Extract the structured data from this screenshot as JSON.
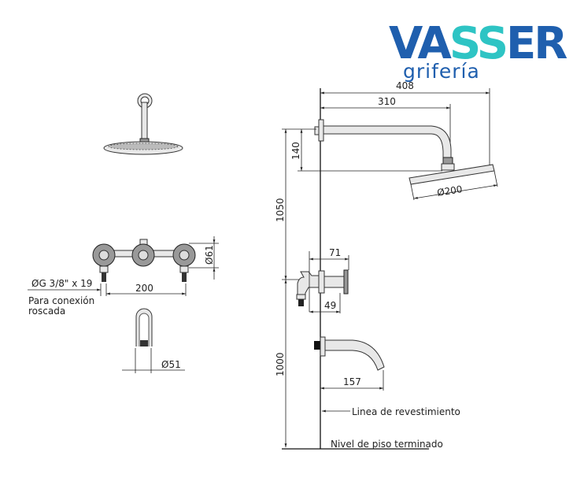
{
  "logo": {
    "brand_part1": "VA",
    "brand_part2": "SS",
    "brand_part3": "ER",
    "subtitle": "grifería",
    "color_blue": "#1f5fae",
    "color_teal": "#2ec4c4"
  },
  "dimensions": {
    "total_width": "408",
    "arm_length": "310",
    "arm_drop": "140",
    "head_diameter": "Ø200",
    "shower_height": "1050",
    "valve_height": "1000",
    "valve_depth": "71",
    "valve_body": "49",
    "spout_length": "157",
    "handle_diameter": "Ø61",
    "valve_spacing": "200",
    "spout_diameter": "Ø51",
    "connection": "ØG 3/8\" x 19"
  },
  "labels": {
    "connection_note_1": "Para conexión",
    "connection_note_2": "roscada",
    "wall_line": "Linea de revestimiento",
    "floor_level": "Nivel de piso terminado"
  }
}
